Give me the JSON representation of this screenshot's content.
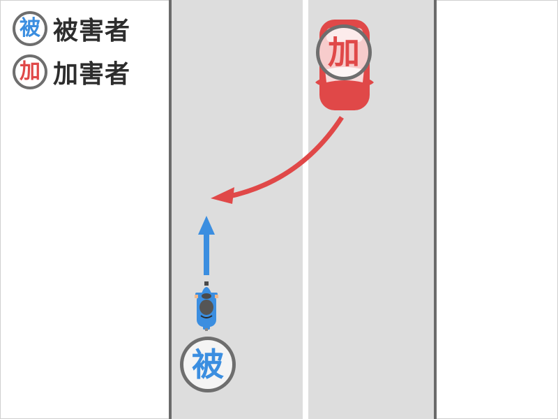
{
  "legend": {
    "items": [
      {
        "badge": "被",
        "label": "被害者",
        "color": "#3b8ee0"
      },
      {
        "badge": "加",
        "label": "加害者",
        "color": "#e04848"
      }
    ]
  },
  "scene": {
    "road": {
      "lanes": 2,
      "surface_color": "#dddddd",
      "edge_color": "#6b6b6b",
      "center_line_color": "#ffffff"
    },
    "victim": {
      "vehicle": "motorcycle",
      "badge": "被",
      "color": "#3b8ee0",
      "direction": "straight-ahead"
    },
    "offender": {
      "vehicle": "car",
      "badge": "加",
      "color": "#e04848",
      "direction": "right-turn-across-oncoming-lane"
    }
  }
}
